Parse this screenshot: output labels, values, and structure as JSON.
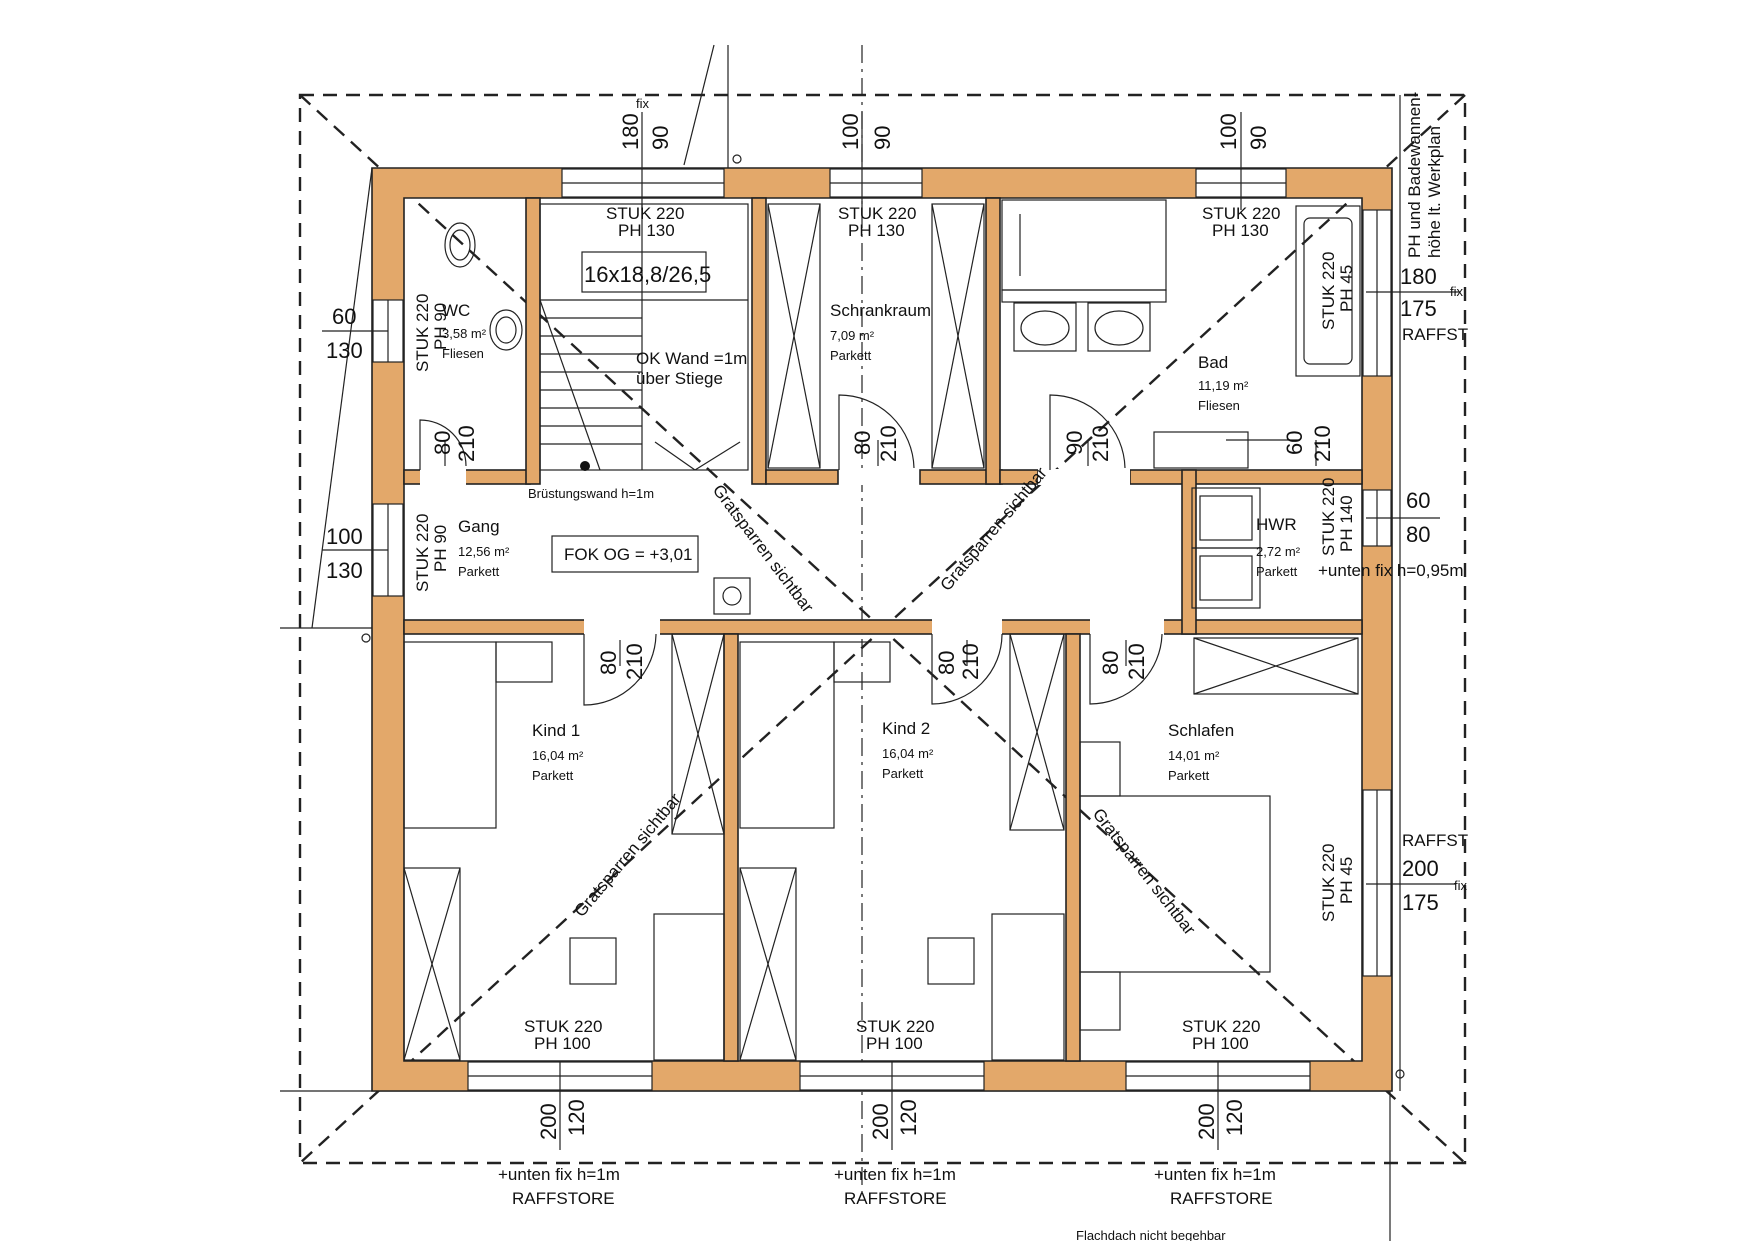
{
  "plan": {
    "stair_spec": "16x18,8/26,5",
    "level_label": "FOK OG = +3,01",
    "rooms": {
      "wc": {
        "name": "WC",
        "area": "3,58 m²",
        "floor": "Fliesen"
      },
      "schrankraum": {
        "name": "Schrankraum",
        "area": "7,09 m²",
        "floor": "Parkett"
      },
      "bad": {
        "name": "Bad",
        "area": "11,19 m²",
        "floor": "Fliesen"
      },
      "gang": {
        "name": "Gang",
        "area": "12,56 m²",
        "floor": "Parkett"
      },
      "hwr": {
        "name": "HWR",
        "area": "2,72 m²",
        "floor": "Parkett"
      },
      "kind1": {
        "name": "Kind 1",
        "area": "16,04 m²",
        "floor": "Parkett"
      },
      "kind2": {
        "name": "Kind 2",
        "area": "16,04 m²",
        "floor": "Parkett"
      },
      "schlafen": {
        "name": "Schlafen",
        "area": "14,01 m²",
        "floor": "Parkett"
      }
    },
    "notes": {
      "ok_wand_1": "OK Wand =1m",
      "ok_wand_2": "über Stiege",
      "bruestung": "Brüstungswand h=1m",
      "gratsparren": "Gratsparren sichtbar",
      "unten_fix_hwr": "+unten fix h=0,95m",
      "bad_note_1": "PH und Badewannen-",
      "bad_note_2": "höhe lt. Werkplan",
      "flachdach": "Flachdach nicht begehbar",
      "fix": "fix"
    },
    "stuk": {
      "top_130": "STUK 220",
      "ph130": "PH 130",
      "ph100": "PH 100",
      "ph90": "PH 90",
      "ph45": "PH 45",
      "ph140": "PH 140"
    },
    "dims": {
      "d180": "180",
      "d90": "90",
      "d100": "100",
      "d60": "60",
      "d130": "130",
      "d175": "175",
      "d200": "200",
      "d120": "120",
      "d80": "80",
      "d210": "210"
    },
    "bottom": {
      "unten_fix": "+unten fix h=1m",
      "raffstore": "RAFFSTORE",
      "raffst": "RAFFST"
    }
  },
  "colors": {
    "wall": "#e3a86a",
    "line": "#222222"
  }
}
